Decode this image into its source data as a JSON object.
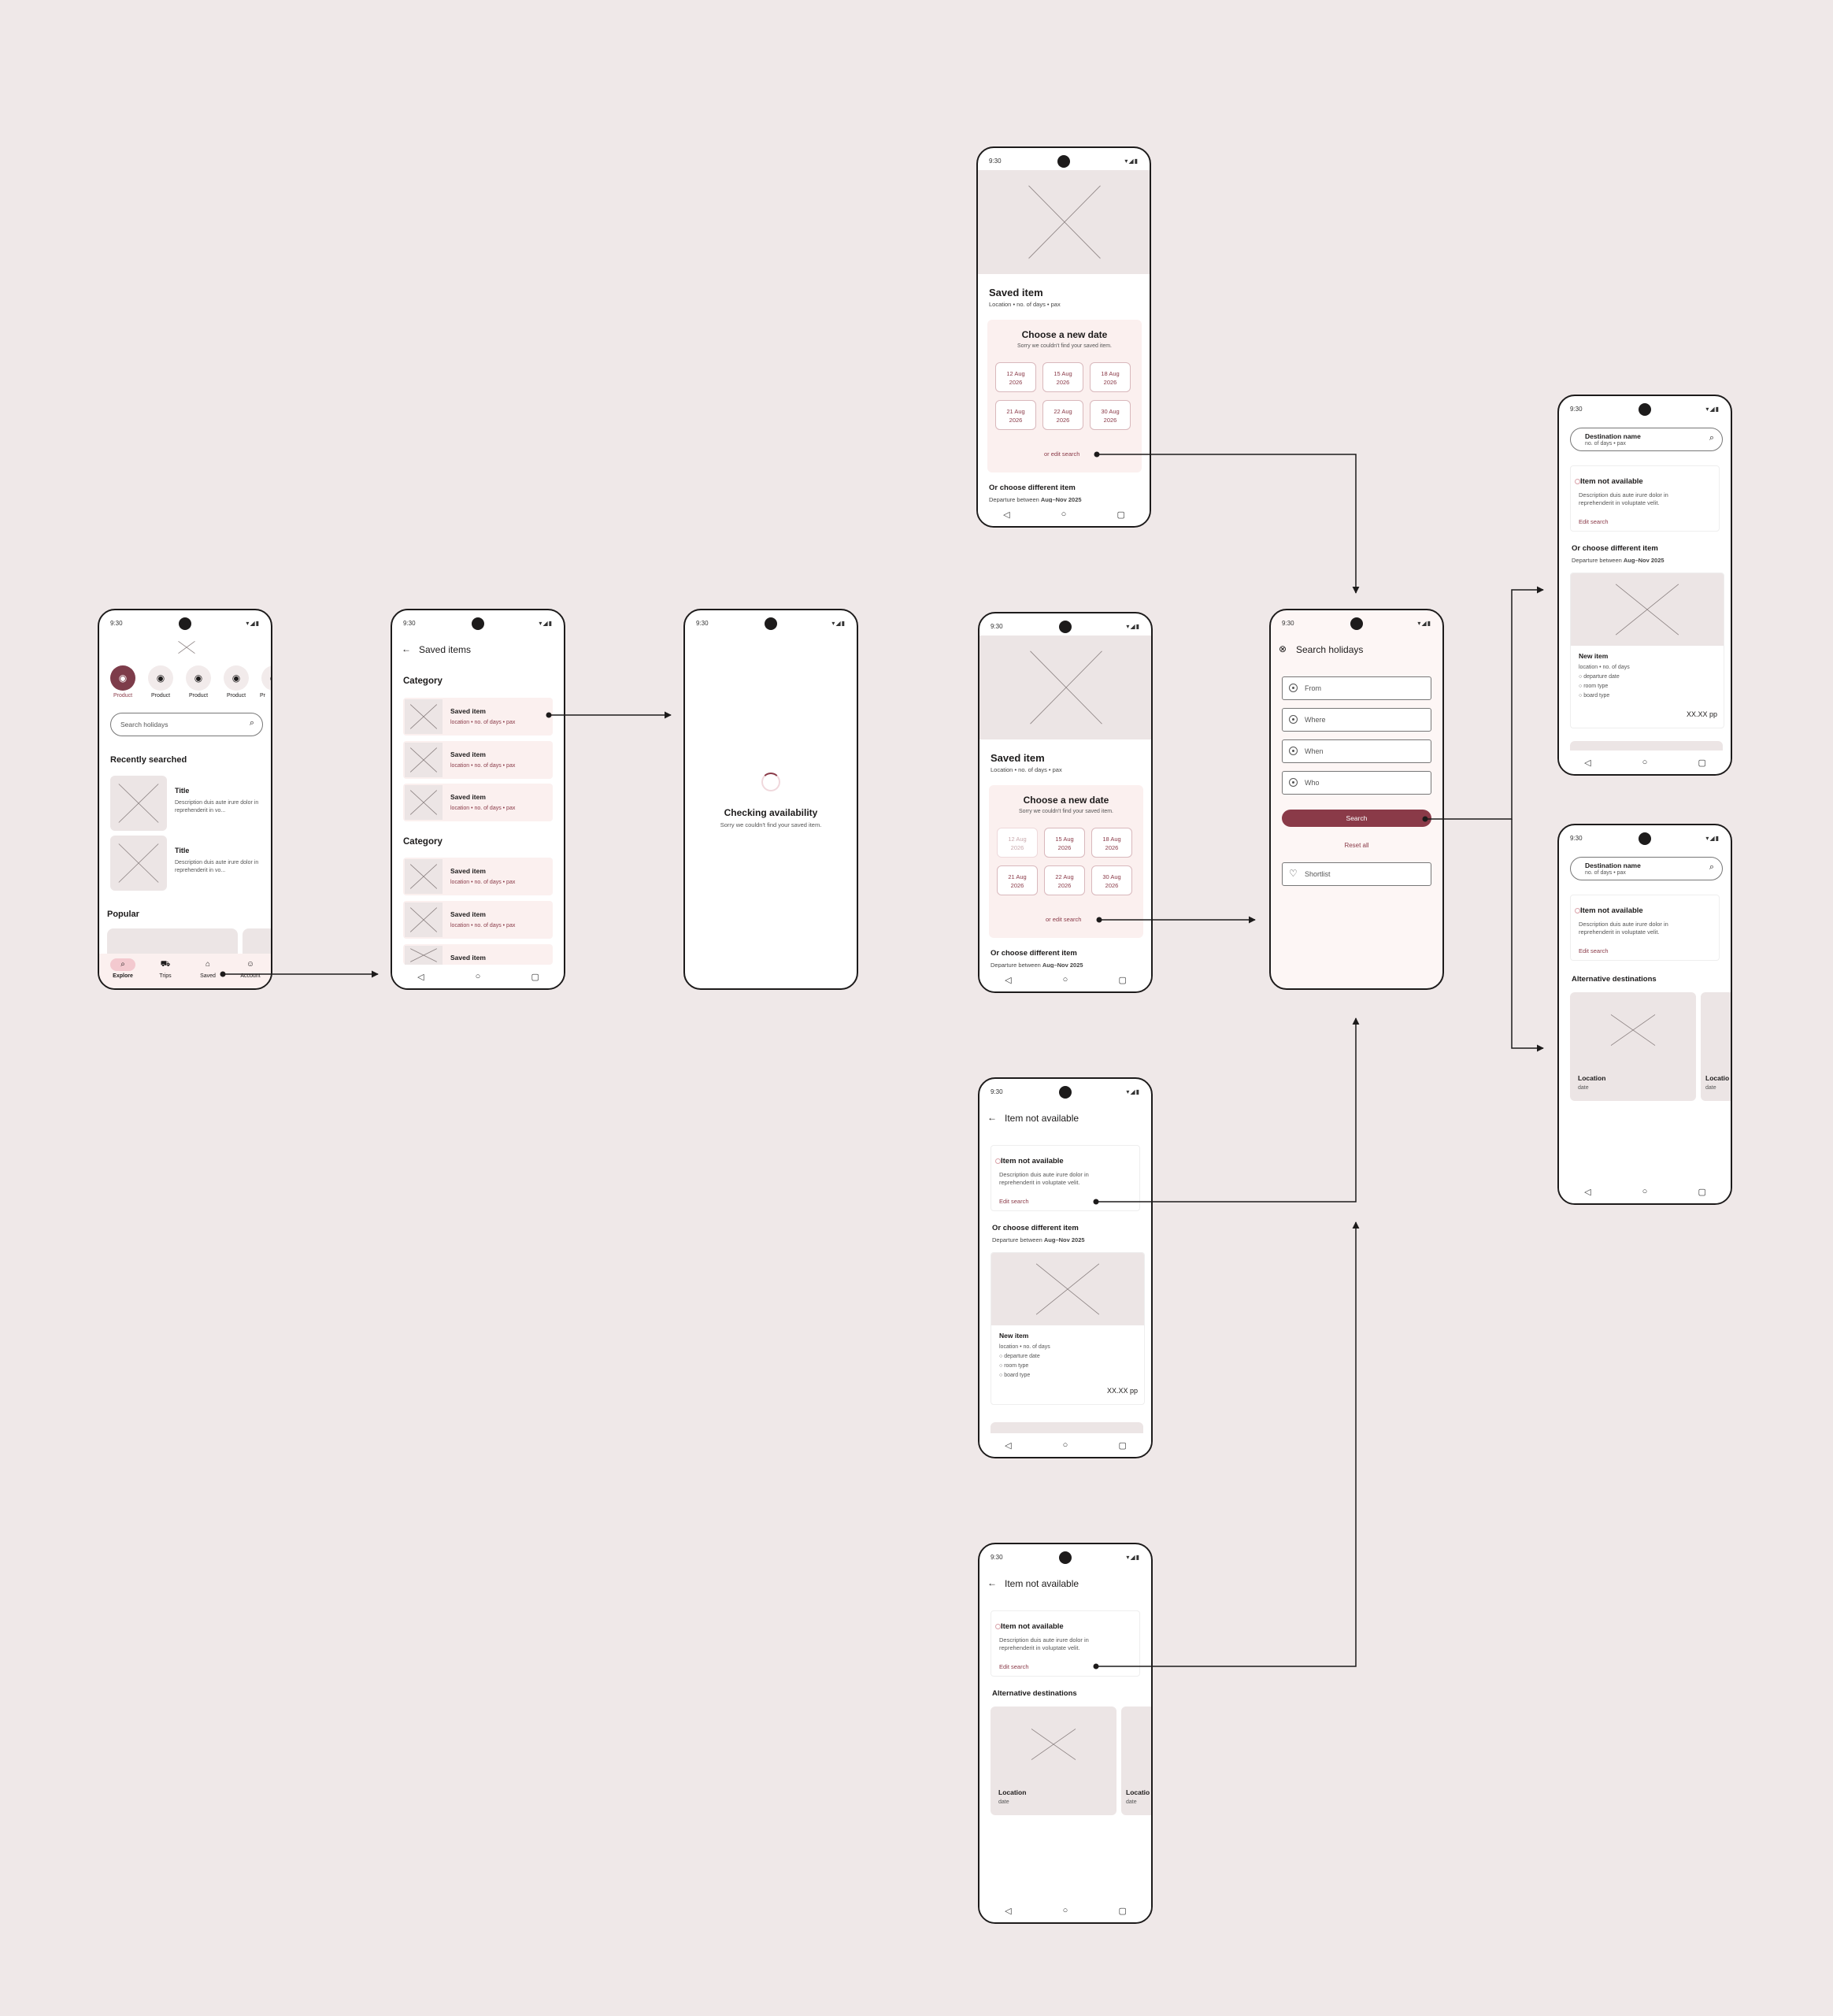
{
  "status": {
    "time": "9:30"
  },
  "explore": {
    "categories": [
      "Product",
      "Product",
      "Product",
      "Product",
      "Pr"
    ],
    "search_placeholder": "Search holidays",
    "recent_heading": "Recently searched",
    "recent_items": [
      {
        "title": "Title",
        "desc": "Description duis aute irure dolor in reprehenderit in vo..."
      },
      {
        "title": "Title",
        "desc": "Description duis aute irure dolor in reprehenderit in vo..."
      }
    ],
    "popular_heading": "Popular",
    "tabs": [
      "Explore",
      "Trips",
      "Saved",
      "Account"
    ]
  },
  "saved_list": {
    "title": "Saved items",
    "categories": [
      {
        "heading": "Category",
        "items": [
          {
            "name": "Saved item",
            "meta": "location • no. of days • pax"
          },
          {
            "name": "Saved item",
            "meta": "location • no. of days • pax"
          },
          {
            "name": "Saved item",
            "meta": "location • no. of days • pax"
          }
        ]
      },
      {
        "heading": "Category",
        "items": [
          {
            "name": "Saved item",
            "meta": "location • no. of days • pax"
          },
          {
            "name": "Saved item",
            "meta": "location • no. of days • pax"
          },
          {
            "name": "Saved item",
            "meta": ""
          }
        ]
      }
    ]
  },
  "checking": {
    "title": "Checking availability",
    "sub": "Sorry we couldn't find your saved item."
  },
  "saved_detail": {
    "title": "Saved item",
    "meta": "Location • no. of days • pax",
    "choose_title": "Choose a new date",
    "choose_sub": "Sorry we couldn't find your saved item.",
    "dates": [
      "12 Aug 2026",
      "15 Aug 2026",
      "18 Aug 2026",
      "21 Aug 2026",
      "22 Aug 2026",
      "30 Aug 2026"
    ],
    "edit_link": "or edit search",
    "diff_heading": "Or choose different item",
    "departure_prefix": "Departure between ",
    "departure_range": "Aug–Nov 2025"
  },
  "search": {
    "title": "Search holidays",
    "fields": [
      "From",
      "Where",
      "When",
      "Who"
    ],
    "search_btn": "Search",
    "reset": "Reset all",
    "shortlist": "Shortlist"
  },
  "unavailable": {
    "title": "Item not available",
    "alert_title": "Item not available",
    "alert_desc": "Description duis aute irure dolor in reprehenderit in voluptate velit.",
    "edit": "Edit search",
    "diff_heading": "Or choose different item",
    "departure_prefix": "Departure between ",
    "departure_range": "Aug–Nov 2025",
    "new_item": "New item",
    "new_meta": "location • no. of days",
    "bullets": [
      "departure date",
      "room type",
      "board type"
    ],
    "price": "XX.XX pp",
    "alt_heading": "Alternative destinations",
    "loc": "Location",
    "loc2": "Locatio",
    "date": "date"
  },
  "results": {
    "dest_name": "Destination name",
    "dest_meta": "no. of days • pax"
  },
  "colors": {
    "accent": "#8a3a48",
    "bg": "#efe8e8",
    "pink": "#fbf0ef"
  }
}
